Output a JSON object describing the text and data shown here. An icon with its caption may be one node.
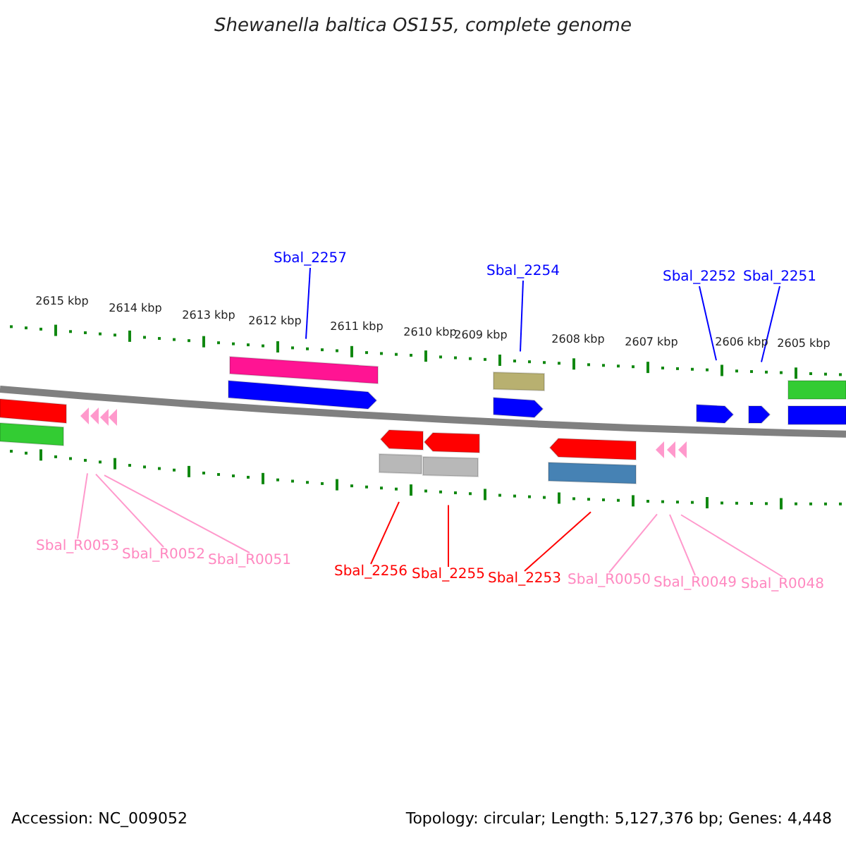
{
  "diagram": {
    "title": "Shewanella baltica OS155, complete genome",
    "nodes": [
      {
        "text": [
          "Sbal_2257"
        ]
      },
      {
        "text": [
          "Sbal_2254"
        ]
      },
      {
        "text": [
          "Sbal_2252"
        ]
      },
      {
        "text": [
          "Sbal_2251"
        ]
      },
      {
        "text": [
          "Sbal_R0053"
        ]
      },
      {
        "text": [
          "Sbal_R0052"
        ]
      },
      {
        "text": [
          "Sbal_R0051"
        ]
      },
      {
        "text": [
          "Sbal_2256"
        ]
      },
      {
        "text": [
          "Sbal_2255"
        ]
      },
      {
        "text": [
          "Sbal_2253"
        ]
      },
      {
        "text": [
          "Sbal_R0050"
        ]
      },
      {
        "text": [
          "Sbal_R0049"
        ]
      },
      {
        "text": [
          "Sbal_R0048"
        ]
      }
    ],
    "edges": [
      {
        "from": 0,
        "to": null,
        "arrow": "none",
        "color": "#0000ff"
      },
      {
        "from": 1,
        "to": null,
        "arrow": "none",
        "color": "#0000ff"
      },
      {
        "from": 2,
        "to": null,
        "arrow": "none",
        "color": "#0000ff"
      },
      {
        "from": 3,
        "to": null,
        "arrow": "none",
        "color": "#0000ff"
      },
      {
        "from": 4,
        "to": null,
        "arrow": "none"
      },
      {
        "from": 5,
        "to": null,
        "arrow": "none"
      },
      {
        "from": 6,
        "to": null,
        "arrow": "none"
      },
      {
        "from": 7,
        "to": null,
        "arrow": "none",
        "color": "#ff0000"
      },
      {
        "from": 8,
        "to": null,
        "arrow": "none",
        "color": "#ff0000"
      },
      {
        "from": 9,
        "to": null,
        "arrow": "none",
        "color": "#ff0000"
      },
      {
        "from": 10,
        "to": null,
        "arrow": "none"
      },
      {
        "from": 11,
        "to": null,
        "arrow": "none"
      },
      {
        "from": 12,
        "to": null,
        "arrow": "none"
      }
    ],
    "labels": [
      "2615 kbp",
      "2614 kbp",
      "2613 kbp",
      "2612 kbp",
      "2611 kbp",
      "2610 kbp",
      "2609 kbp",
      "2608 kbp",
      "2607 kbp",
      "2606 kbp",
      "2605 kbp",
      "Accession: NC_009052",
      "Topology: circular; Length: 5,127,376 bp; Genes: 4,448"
    ]
  }
}
